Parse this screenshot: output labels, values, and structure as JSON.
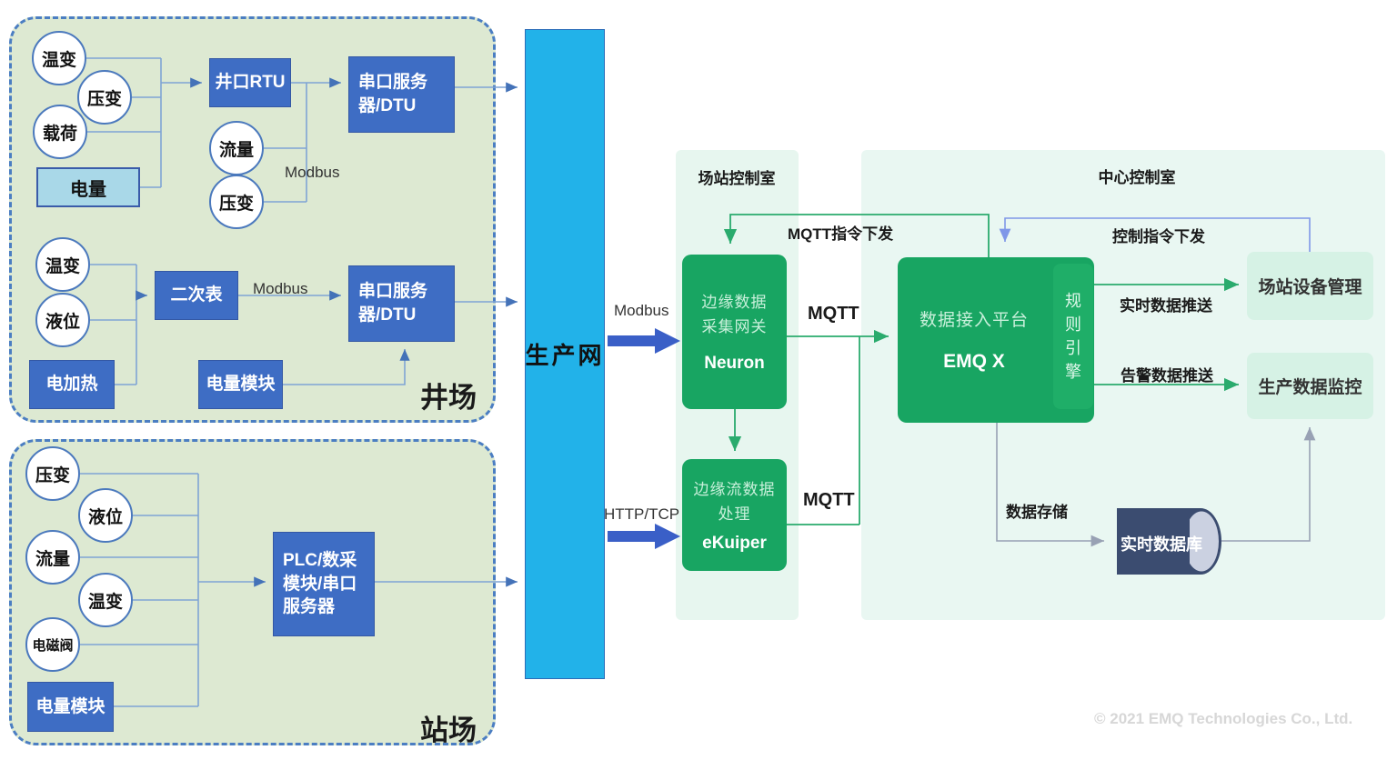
{
  "productionNetwork": {
    "label": "生产网"
  },
  "wellSite": {
    "label": "井场",
    "tempSensor1": "温变",
    "pressureSensor1": "压变",
    "loadSensor": "载荷",
    "powerMeter": "电量",
    "wellheadRtu": "井口RTU",
    "flowSensor": "流量",
    "pressureSensor2": "压变",
    "modbus1": "Modbus",
    "serialServer1": "串口服务器/DTU",
    "tempSensor2": "温变",
    "levelSensor": "液位",
    "electricHeater": "电加热",
    "secondaryMeter": "二次表",
    "modbus2": "Modbus",
    "serialServer2": "串口服务器/DTU",
    "powerModule": "电量模块"
  },
  "stationSite": {
    "label": "站场",
    "pressureSensor": "压变",
    "levelSensor": "液位",
    "flowSensor": "流量",
    "tempSensor": "温变",
    "solenoidValve": "电磁阀",
    "powerModule": "电量模块",
    "plc": "PLC/数采模块/串口服务器"
  },
  "links": {
    "modbusBar": "Modbus",
    "httpTcp": "HTTP/TCP",
    "mqtt1": "MQTT",
    "mqtt2": "MQTT",
    "mqttCommand": "MQTT指令下发",
    "controlCommand": "控制指令下发",
    "realtimePush": "实时数据推送",
    "alarmPush": "告警数据推送",
    "dataStorage": "数据存储"
  },
  "stationRoom": {
    "title": "场站控制室",
    "neuronDesc": "边缘数据采集网关",
    "neuronName": "Neuron",
    "ekuiperDesc": "边缘流数据处理",
    "ekuiperName": "eKuiper"
  },
  "centralRoom": {
    "title": "中心控制室",
    "emqxDesc": "数据接入平台",
    "emqxName": "EMQ X",
    "ruleEngine": "规则引擎",
    "deviceMgmt": "场站设备管理",
    "productionMonitor": "生产数据监控",
    "realtimeDb": "实时数据库"
  },
  "footer": {
    "copyright": "© 2021 EMQ Technologies Co., Ltd."
  }
}
